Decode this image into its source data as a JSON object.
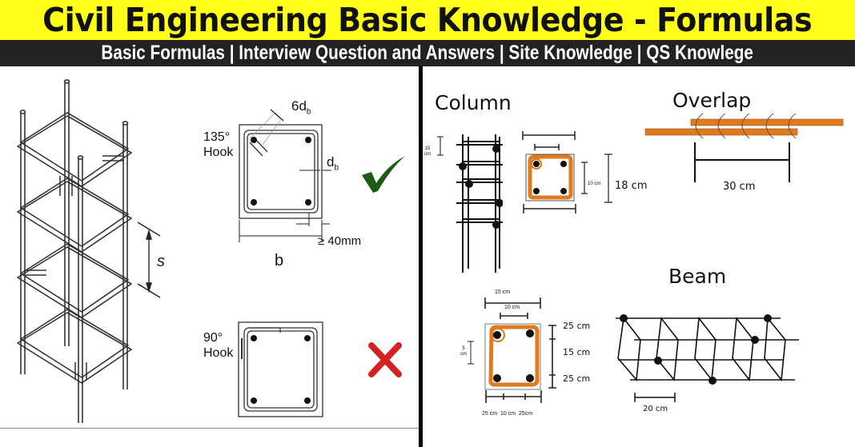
{
  "header": {
    "title": "Civil Engineering Basic Knowledge - Formulas",
    "subtitle": "Basic Formulas | Interview Question and Answers | Site Knowledge | QS Knowlege",
    "title_bg": "#ffff1a",
    "subtitle_bg": "#222222"
  },
  "left_panel": {
    "cage": {
      "spacing_label": "s"
    },
    "hook_135": {
      "angle": "135°",
      "hook": "Hook",
      "extension_label": "6d",
      "extension_sub": "b",
      "bar_dia_label": "d",
      "bar_dia_sub": "b",
      "cover_label": "≥ 40mm",
      "width_label": "b",
      "verdict": "correct",
      "verdict_color": "#1e5a16"
    },
    "hook_90": {
      "angle": "90°",
      "hook": "Hook",
      "verdict": "incorrect",
      "verdict_color": "#d42222"
    }
  },
  "right_panel": {
    "column": {
      "title": "Column",
      "spacing_value": "15",
      "spacing_unit": "cm",
      "inner_dim": "10 cm",
      "outer_dim": "18 cm"
    },
    "overlap": {
      "title": "Overlap",
      "length": "30 cm"
    },
    "beam_section": {
      "top_outer": "15 cm",
      "top_inner": "10 cm",
      "left_value": "5",
      "left_unit": "cm",
      "right_top": "25 cm",
      "right_mid": "15 cm",
      "right_bottom": "25 cm",
      "bottom_labels": "25 cm  10 cm  25cm"
    },
    "beam": {
      "title": "Beam",
      "spacing": "20 cm"
    },
    "rebar_color": "#e07a1f"
  }
}
